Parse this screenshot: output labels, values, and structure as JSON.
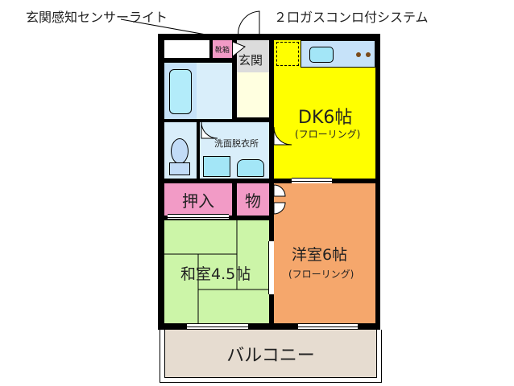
{
  "annotations": {
    "sensor_light": "玄関感知センサーライト",
    "gas_stove": "２口ガスコンロ付システム"
  },
  "rooms": {
    "genkan": {
      "label": "玄関",
      "color": "#dcdcdc"
    },
    "shoe_box": {
      "label": "靴箱",
      "color": "#f29bc6"
    },
    "hall": {
      "color": "#ffffe0"
    },
    "dk": {
      "label": "DK6帖",
      "sub": "(フローリング)",
      "color": "#ffff00"
    },
    "kitchen_counter": {
      "color": "#c6e2f9"
    },
    "bath": {
      "color": "#c6e2f9"
    },
    "washroom": {
      "label": "洗面脱衣所",
      "color": "#d9eefa"
    },
    "toilet": {
      "color": "#d9eefa"
    },
    "oshiire": {
      "label": "押入",
      "color": "#f29bc6"
    },
    "storage": {
      "label": "物",
      "color": "#f29bc6"
    },
    "washitsu": {
      "label": "和室4.5帖",
      "color": "#ccf5a8"
    },
    "yoshitsu": {
      "label": "洋室6帖",
      "sub": "(フローリング)",
      "color": "#f5a76c"
    },
    "balcony": {
      "label": "バルコニー",
      "color": "#e6dcd0"
    }
  }
}
